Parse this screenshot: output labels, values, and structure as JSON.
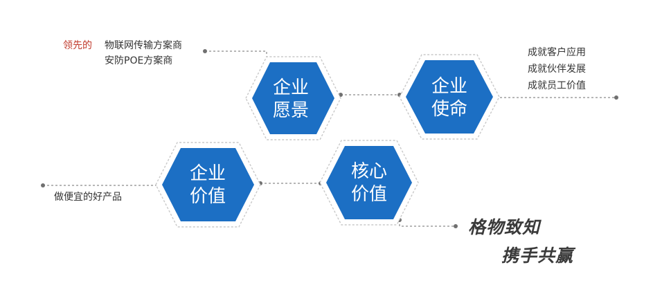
{
  "colors": {
    "hex_fill": "#1c6fc4",
    "hex_outline": "#c8c8c8",
    "line": "#8a8a8a",
    "dot": "#707070",
    "text": "#333333",
    "accent": "#c0392b",
    "slogan": "#3a3a3a"
  },
  "hexagons": {
    "vision": [
      "企业",
      "愿景"
    ],
    "mission": [
      "企业",
      "使命"
    ],
    "value": [
      "企业",
      "价值"
    ],
    "core": [
      "核心",
      "价值"
    ]
  },
  "captions": {
    "vision_lead": "领先的",
    "vision_lines": [
      "物联网传输方案商",
      "安防POE方案商"
    ],
    "mission_lines": [
      "成就客户应用",
      "成就伙伴发展",
      "成就员工价值"
    ],
    "value_line": "做便宜的好产品"
  },
  "slogan": [
    "格物致知",
    "携手共赢"
  ]
}
